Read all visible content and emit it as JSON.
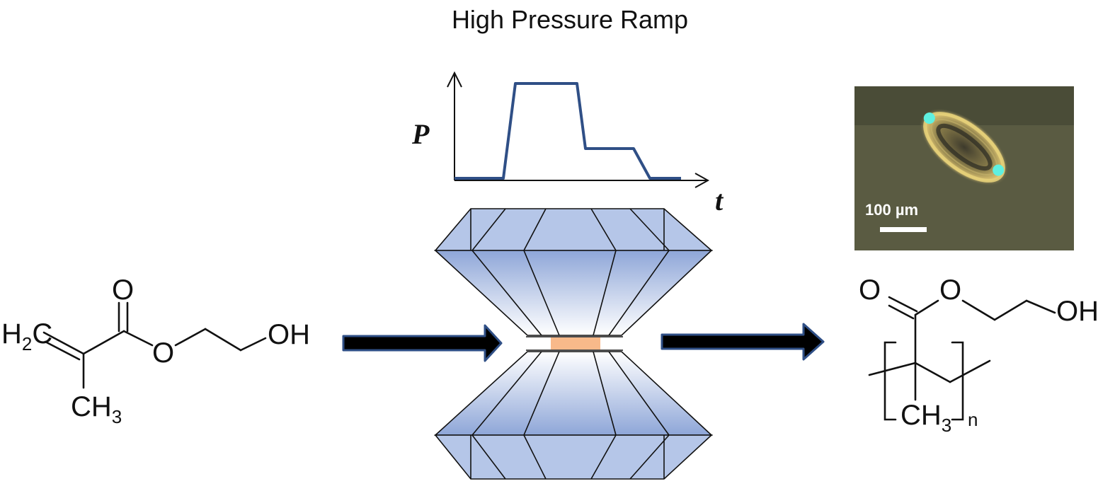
{
  "title": "High Pressure Ramp",
  "graph": {
    "y_axis_label": "P",
    "x_axis_label": "t",
    "line_color": "#2f4f86"
  },
  "micrograph": {
    "scale_bar_label": "100 µm"
  },
  "monomer": {
    "carbonyl_O": "O",
    "ester_O": "O",
    "hydroxyl": "OH",
    "h2c": "H",
    "h2c_sub": "2",
    "h2c_c": "C",
    "methyl": "CH",
    "methyl_sub": "3"
  },
  "polymer": {
    "carbonyl_O": "O",
    "ester_O": "O",
    "hydroxyl": "OH",
    "methyl": "CH",
    "methyl_sub": "3",
    "repeat_n": "n"
  },
  "colors": {
    "arrow_fill": "#000000",
    "arrow_outline": "#2f4f86",
    "diamond_dark": "#8ea6d8",
    "diamond_light": "#ffffff",
    "sample": "#f8b98a",
    "micrograph_bg": "#5a5b42"
  }
}
